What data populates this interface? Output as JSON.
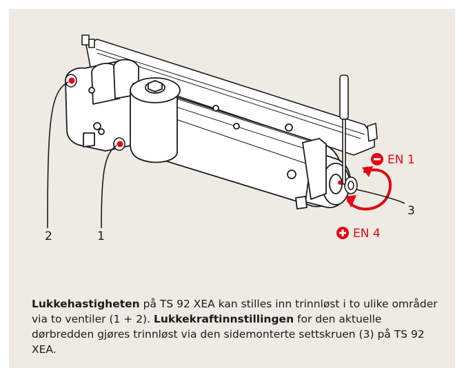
{
  "labels": {
    "valve_2": "2",
    "valve_1": "1",
    "screw_3": "3",
    "en1": "EN 1",
    "en4": "EN 4"
  },
  "caption": {
    "p1_bold": "Lukkehastigheten",
    "p1_rest": " på TS 92 XEA kan stilles inn trinnløst i to ulike områder via to ventiler (1 + 2). ",
    "p2_bold": "Lukkekraftinnstillingen",
    "p2_rest": " for den aktuelle dørbredden gjøres trinnløst via den sidemonterte settskruen (3) på TS 92 XEA."
  },
  "colors": {
    "background": "#edebe4",
    "accent_red": "#e30613",
    "line": "#1a1a1a"
  },
  "icons": [
    "minus-circle-icon",
    "plus-circle-icon",
    "adjust-arrow-icon"
  ]
}
